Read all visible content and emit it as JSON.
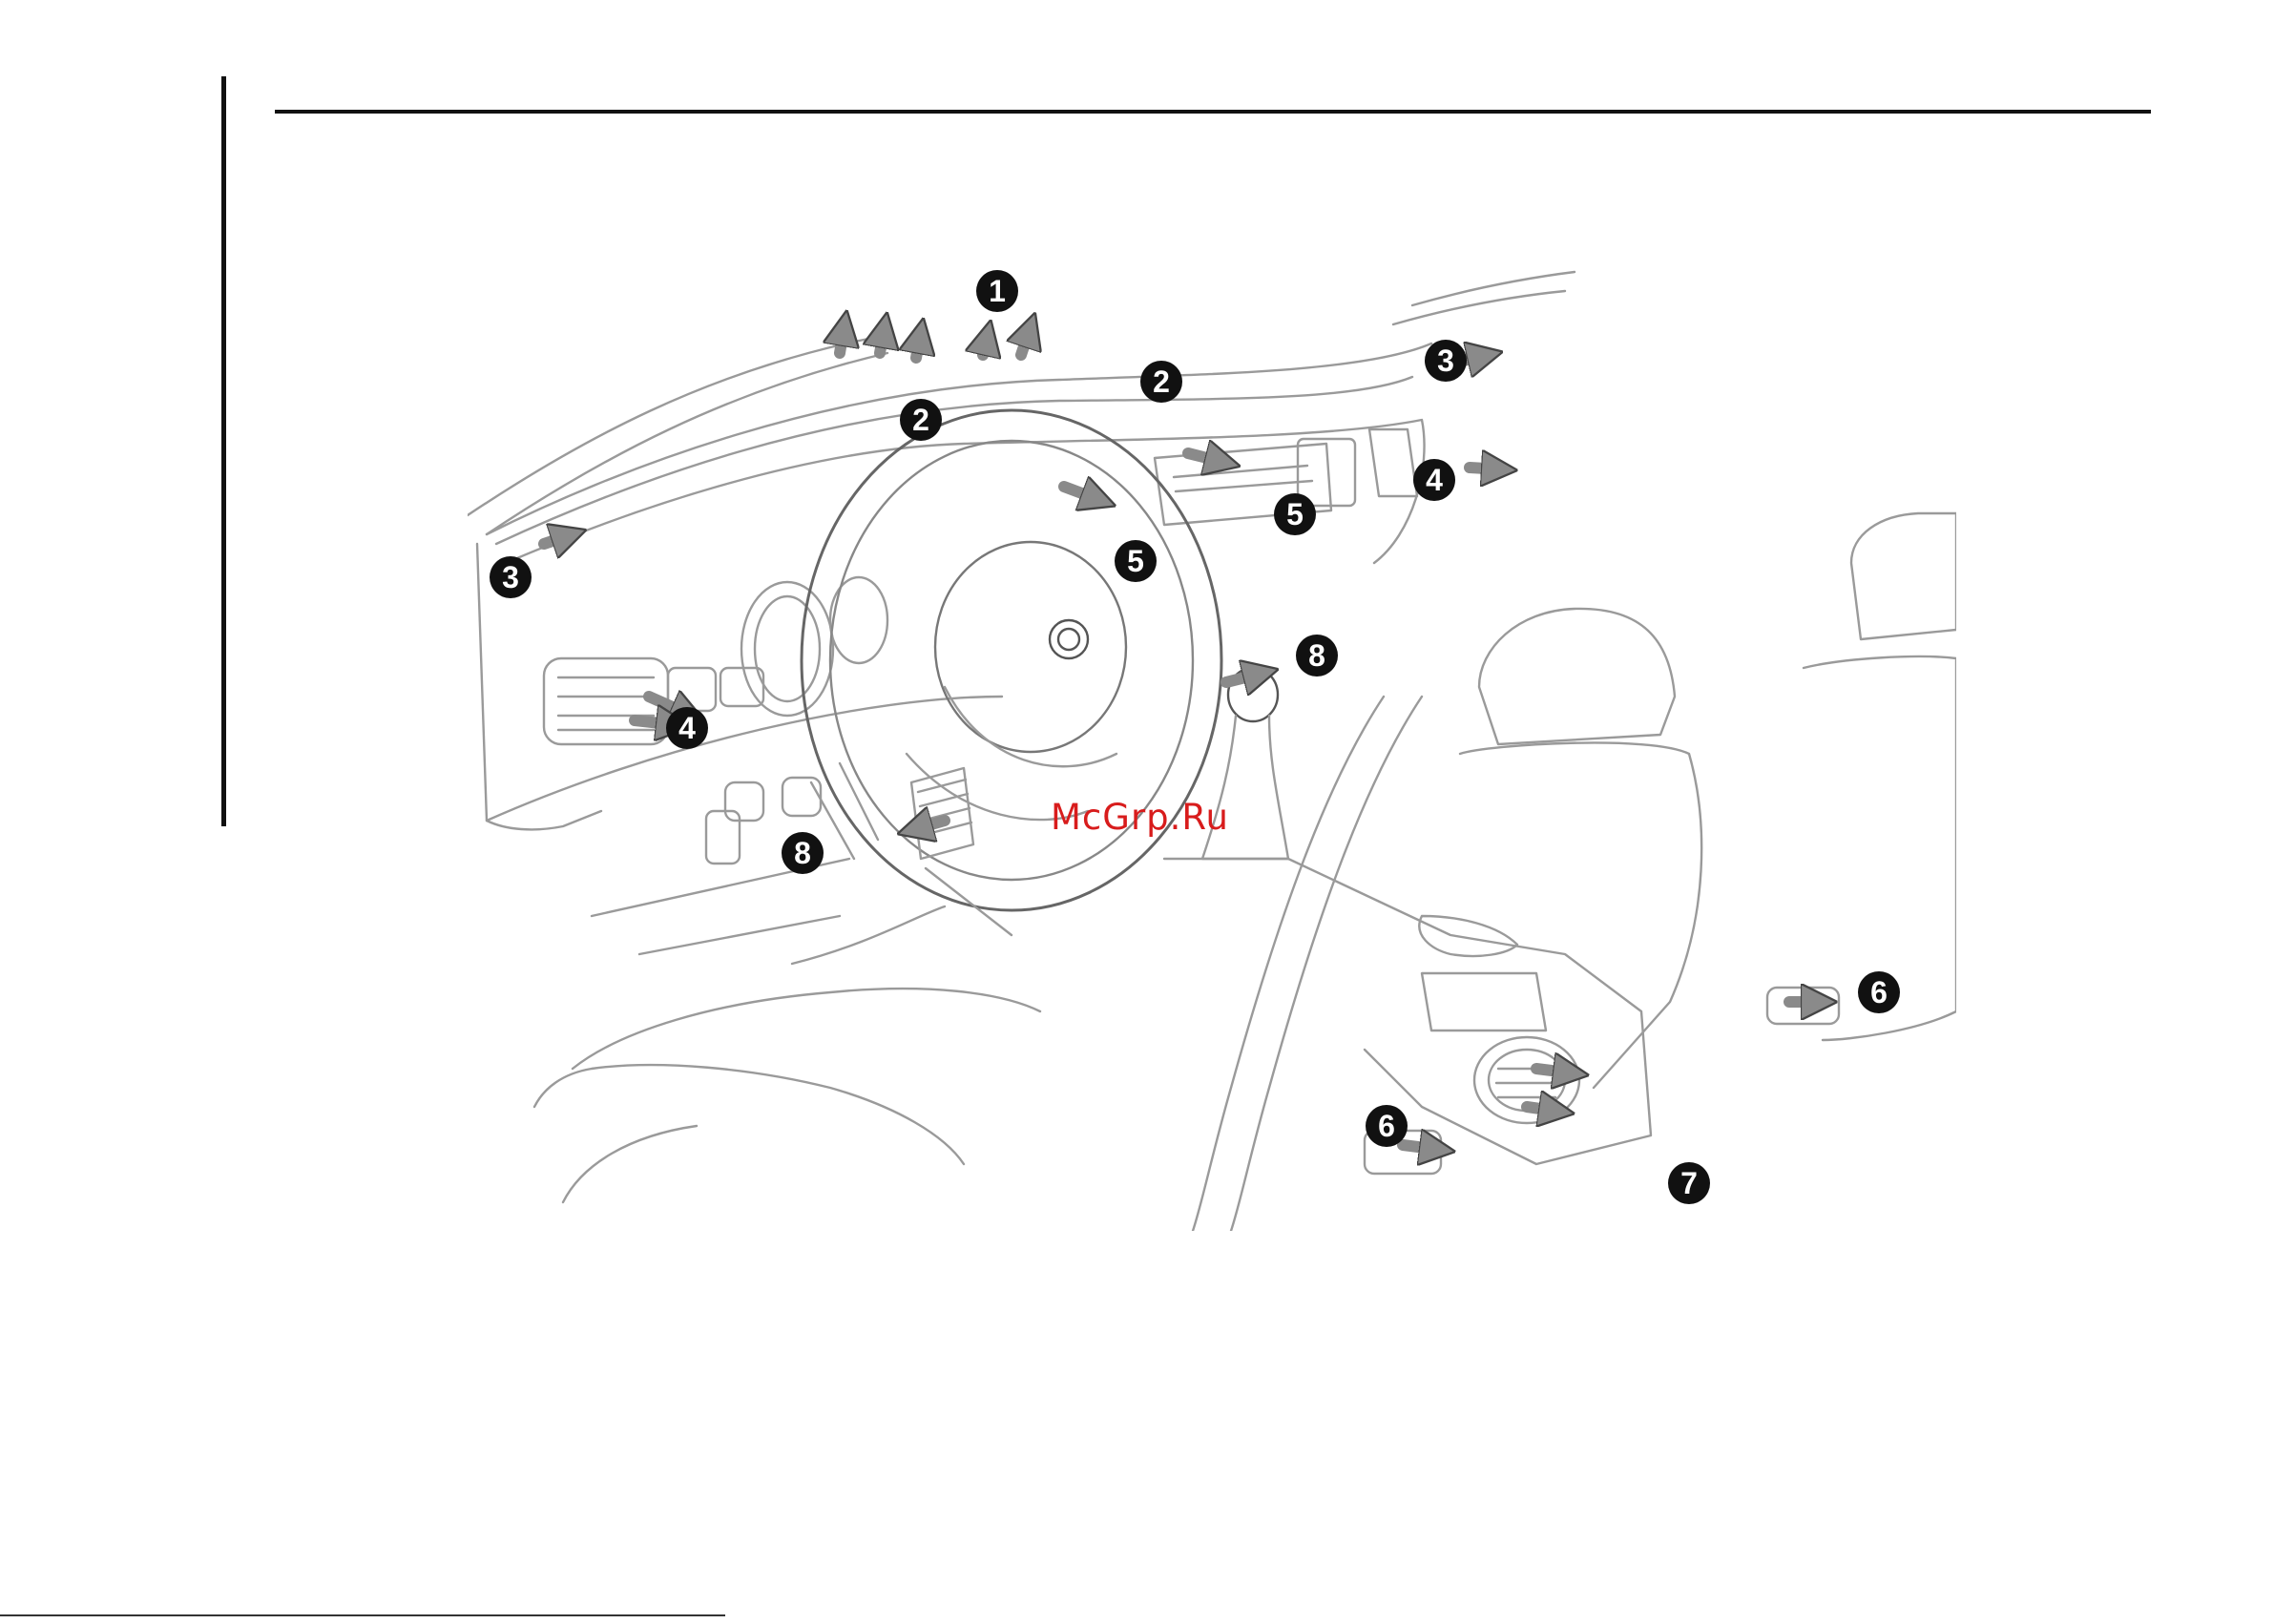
{
  "figure": {
    "subject": "vent-air-outlets",
    "callouts": [
      "1",
      "2",
      "2",
      "3",
      "3",
      "4",
      "4",
      "5",
      "5",
      "6",
      "6",
      "7",
      "8",
      "8"
    ],
    "arrow_color": "#8a8a8a",
    "callout_color": "#111111"
  },
  "watermark": {
    "text": "McGrp.Ru",
    "color": "#d81c1c"
  }
}
